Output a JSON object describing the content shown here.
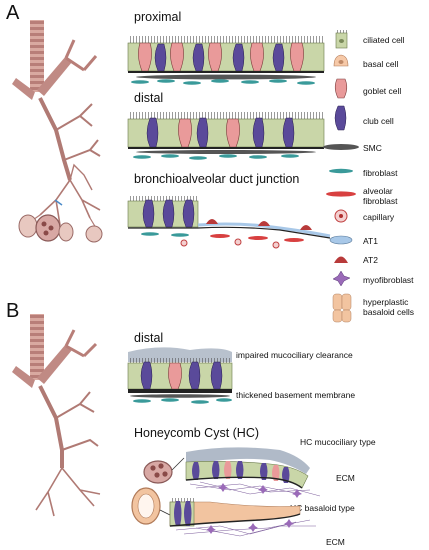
{
  "panel_a": {
    "letter": "A",
    "sections": {
      "proximal": "proximal",
      "distal": "distal",
      "junction": "bronchioalveolar duct junction"
    }
  },
  "panel_b": {
    "letter": "B",
    "sections": {
      "distal": "distal",
      "impaired": "impaired mucociliary clearance",
      "thickened": "thickened basement membrane",
      "honeycomb": "Honeycomb Cyst (HC)",
      "hc_mucociliary": "HC mucociliary type",
      "ecm_1": "ECM",
      "hc_basaloid": "HC basaloid type",
      "ecm_2": "ECM"
    }
  },
  "legend": [
    {
      "label": "ciliated cell",
      "icon": "ciliated-cell-icon",
      "color": "#c9d6a8"
    },
    {
      "label": "basal cell",
      "icon": "basal-cell-icon",
      "color": "#f6c9a8"
    },
    {
      "label": "goblet cell",
      "icon": "goblet-cell-icon",
      "color": "#e99a9a"
    },
    {
      "label": "club cell",
      "icon": "club-cell-icon",
      "color": "#5a4a9a"
    },
    {
      "label": "SMC",
      "icon": "smc-icon",
      "color": "#555555"
    },
    {
      "label": "fibroblast",
      "icon": "fibroblast-icon",
      "color": "#3a9a9a"
    },
    {
      "label": "alveolar\nfibroblast",
      "icon": "alveolar-fibroblast-icon",
      "color": "#d84040"
    },
    {
      "label": "capillary",
      "icon": "capillary-icon",
      "color": "#e06060"
    },
    {
      "label": "AT1",
      "icon": "at1-icon",
      "color": "#a8c8e8"
    },
    {
      "label": "AT2",
      "icon": "at2-icon",
      "color": "#b83a3a"
    },
    {
      "label": "myofibroblast",
      "icon": "myofibroblast-icon",
      "color": "#9a6ab8"
    },
    {
      "label": "hyperplastic\nbasaloid cells",
      "icon": "basaloid-cells-icon",
      "color": "#f2c4a0"
    }
  ]
}
